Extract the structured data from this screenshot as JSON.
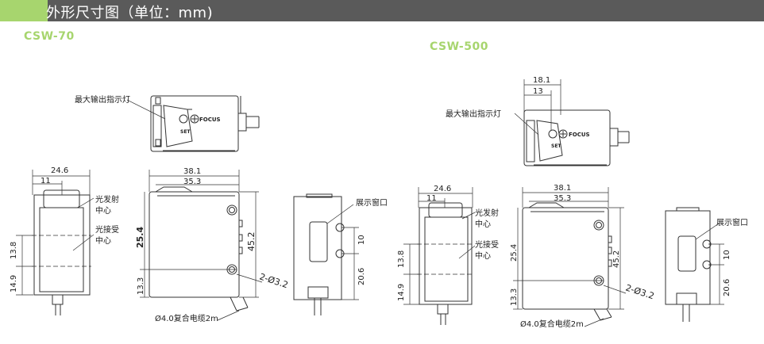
{
  "header": {
    "title": "外形尺寸图（单位：mm)",
    "accent_color": "#a7d56e",
    "bar_color": "#5a5a5a"
  },
  "models": [
    {
      "name": "CSW-70",
      "labels": {
        "indicator": "最大输出指示灯",
        "set": "SET",
        "focus": "FOCUS",
        "emit_center": [
          "光发射",
          "中心"
        ],
        "recv_center": [
          "光接受",
          "中心"
        ],
        "display_window": "展示窗口",
        "cable": "Ø4.0复合电缆2m",
        "holes": "2-Ø3.2"
      },
      "dims": {
        "width": "24.6",
        "width_sub": "11",
        "front_w": "38.1",
        "front_sub": "35.3",
        "front_h": "25.4",
        "hole_span": "45.2",
        "hole_bottom": "13.3",
        "emit_h": "13.8",
        "recv_h": "14.9",
        "side_gap": "10",
        "side_bottom": "20.6"
      }
    },
    {
      "name": "CSW-500",
      "labels": {
        "indicator": "最大输出指示灯",
        "set": "SET",
        "focus": "FOCUS",
        "emit_center": [
          "光发射",
          "中心"
        ],
        "recv_center": [
          "光接受",
          "中心"
        ],
        "display_window": "展示窗口",
        "cable": "Ø4.0复合电缆2m",
        "holes": "2-Ø3.2"
      },
      "dims": {
        "top_w": "18.1",
        "top_sub": "13",
        "width": "24.6",
        "width_sub": "11",
        "front_w": "38.1",
        "front_sub": "35.3",
        "front_h": "25.4",
        "hole_span": "45.2",
        "hole_bottom": "13.3",
        "emit_h": "13.8",
        "recv_h": "14.9",
        "side_gap": "10",
        "side_bottom": "20.6"
      }
    }
  ]
}
